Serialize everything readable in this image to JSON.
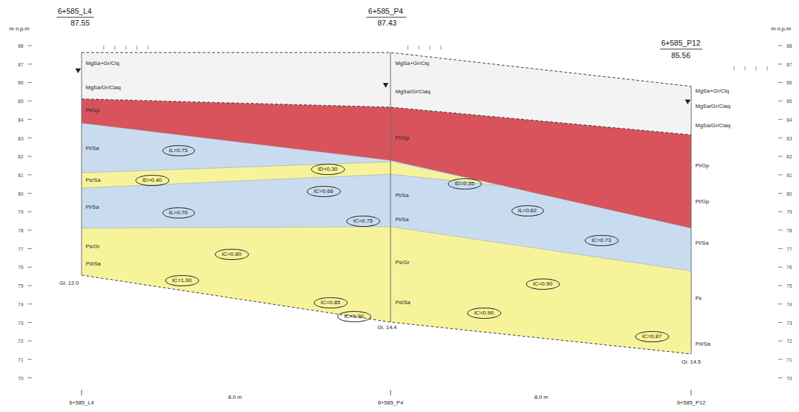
{
  "diagram": {
    "nodes": [
      {
        "text": [
          "IL=0.75"
        ]
      },
      {
        "text": [
          "ID=0.30"
        ]
      },
      {
        "text": [
          "ID=0.40"
        ]
      },
      {
        "text": [
          "ID=0.35"
        ]
      },
      {
        "text": [
          "IC=0.66"
        ]
      },
      {
        "text": [
          "IL=0.62"
        ]
      },
      {
        "text": [
          "IL=0.70"
        ]
      },
      {
        "text": [
          "IC=0.75"
        ]
      },
      {
        "text": [
          "IC=0.73"
        ]
      },
      {
        "text": [
          "IC=0.80"
        ]
      },
      {
        "text": [
          "IC=1.00"
        ]
      },
      {
        "text": [
          "IC=0.90"
        ]
      },
      {
        "text": [
          "IC=0.85"
        ]
      },
      {
        "text": [
          "IC=0.90"
        ]
      },
      {
        "text": [
          "IC=0.90"
        ]
      },
      {
        "text": [
          "IC=0.87"
        ]
      }
    ],
    "labels": [
      "6+585_L4",
      "87.55",
      "6+585_P4",
      "87.43",
      "6+585_P12",
      "85.56",
      "m n.p.m",
      "m n.p.m",
      "MgSa+Gr/Ciq",
      "MgSa/Gr/Ciaq",
      "Pl/Gp",
      "Pl/Sa",
      "Ps/Sa",
      "Pl/Sa",
      "Ps/Gr",
      "Pd/Sa",
      "MgSa+Gr/Ciq",
      "MgSa/Gr/Ciaq",
      "Pl/Gp",
      "Pl/Sa",
      "Pl/Sa",
      "Ps/Gr",
      "Pd/Sa",
      "MgSa+Gr/Ciq",
      "MgSa/Gr/Ciaq",
      "MgSa/Gr/Ciaq",
      "Pl/Gp",
      "Pl/Gp",
      "Pl/Sa",
      "Ps",
      "Pd/Sa",
      "Gl. 12.0",
      "Gl. 14.4",
      "Gl. 14.5",
      "6+585_L4",
      "8.0 m",
      "6+585_P4",
      "8.0 m",
      "6+585_P12",
      "88",
      "87",
      "86",
      "85",
      "84",
      "83",
      "82",
      "81",
      "80",
      "79",
      "78",
      "77",
      "76",
      "75",
      "74",
      "73",
      "72",
      "71",
      "70",
      "88",
      "87",
      "86",
      "85",
      "84",
      "83",
      "82",
      "81",
      "80",
      "79",
      "78",
      "77",
      "76",
      "75",
      "74",
      "73",
      "72",
      "71",
      "70"
    ]
  }
}
